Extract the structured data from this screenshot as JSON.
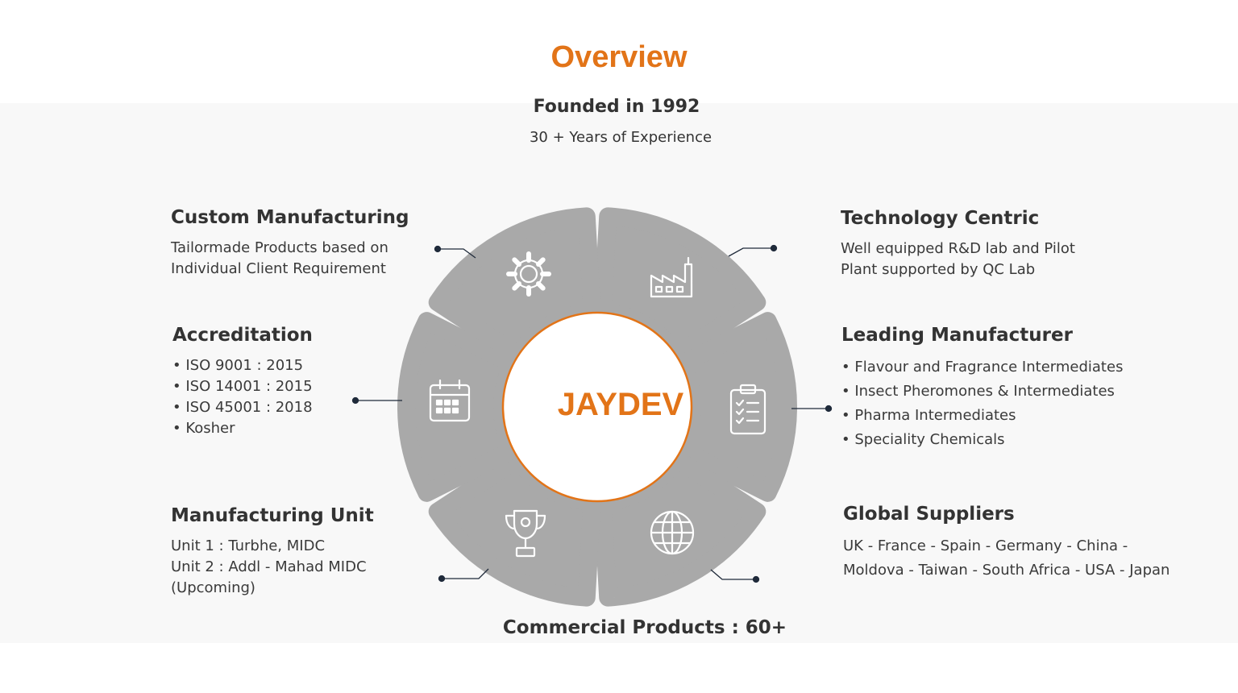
{
  "title": "Overview",
  "founded": "Founded in 1992",
  "experience": "30 + Years of Experience",
  "center_label": "JAYDEV",
  "commercial": {
    "label": "Commercial Products :",
    "value": "60+"
  },
  "colors": {
    "accent": "#e27418",
    "segment": "#a9a9a9",
    "connector": "#1f2a3a"
  },
  "blocks": {
    "custom_manufacturing": {
      "title": "Custom Manufacturing",
      "lines": [
        "Tailormade Products based on",
        "Individual Client Requirement"
      ],
      "icon": "gear-icon"
    },
    "accreditation": {
      "title": "Accreditation",
      "lines": [
        "• ISO 9001 : 2015",
        "• ISO 14001 : 2015",
        "• ISO 45001 : 2018",
        "• Kosher"
      ],
      "icon": "calendar-icon"
    },
    "manufacturing_unit": {
      "title": "Manufacturing Unit",
      "lines": [
        "Unit 1 : Turbhe, MIDC",
        "Unit 2 : Addl - Mahad MIDC",
        "(Upcoming)"
      ],
      "icon": "trophy-icon"
    },
    "technology_centric": {
      "title": "Technology Centric",
      "lines": [
        "Well equipped R&D lab and Pilot",
        "Plant supported by QC Lab"
      ],
      "icon": "factory-icon"
    },
    "leading_manufacturer": {
      "title": "Leading Manufacturer",
      "lines": [
        "• Flavour and Fragrance Intermediates",
        "• Insect Pheromones & Intermediates",
        "• Pharma Intermediates",
        "• Speciality Chemicals"
      ],
      "icon": "clipboard-icon"
    },
    "global_suppliers": {
      "title": "Global Suppliers",
      "lines": [
        "UK - France - Spain - Germany - China  -",
        "Moldova - Taiwan - South Africa - USA - Japan"
      ],
      "icon": "globe-icon"
    }
  }
}
